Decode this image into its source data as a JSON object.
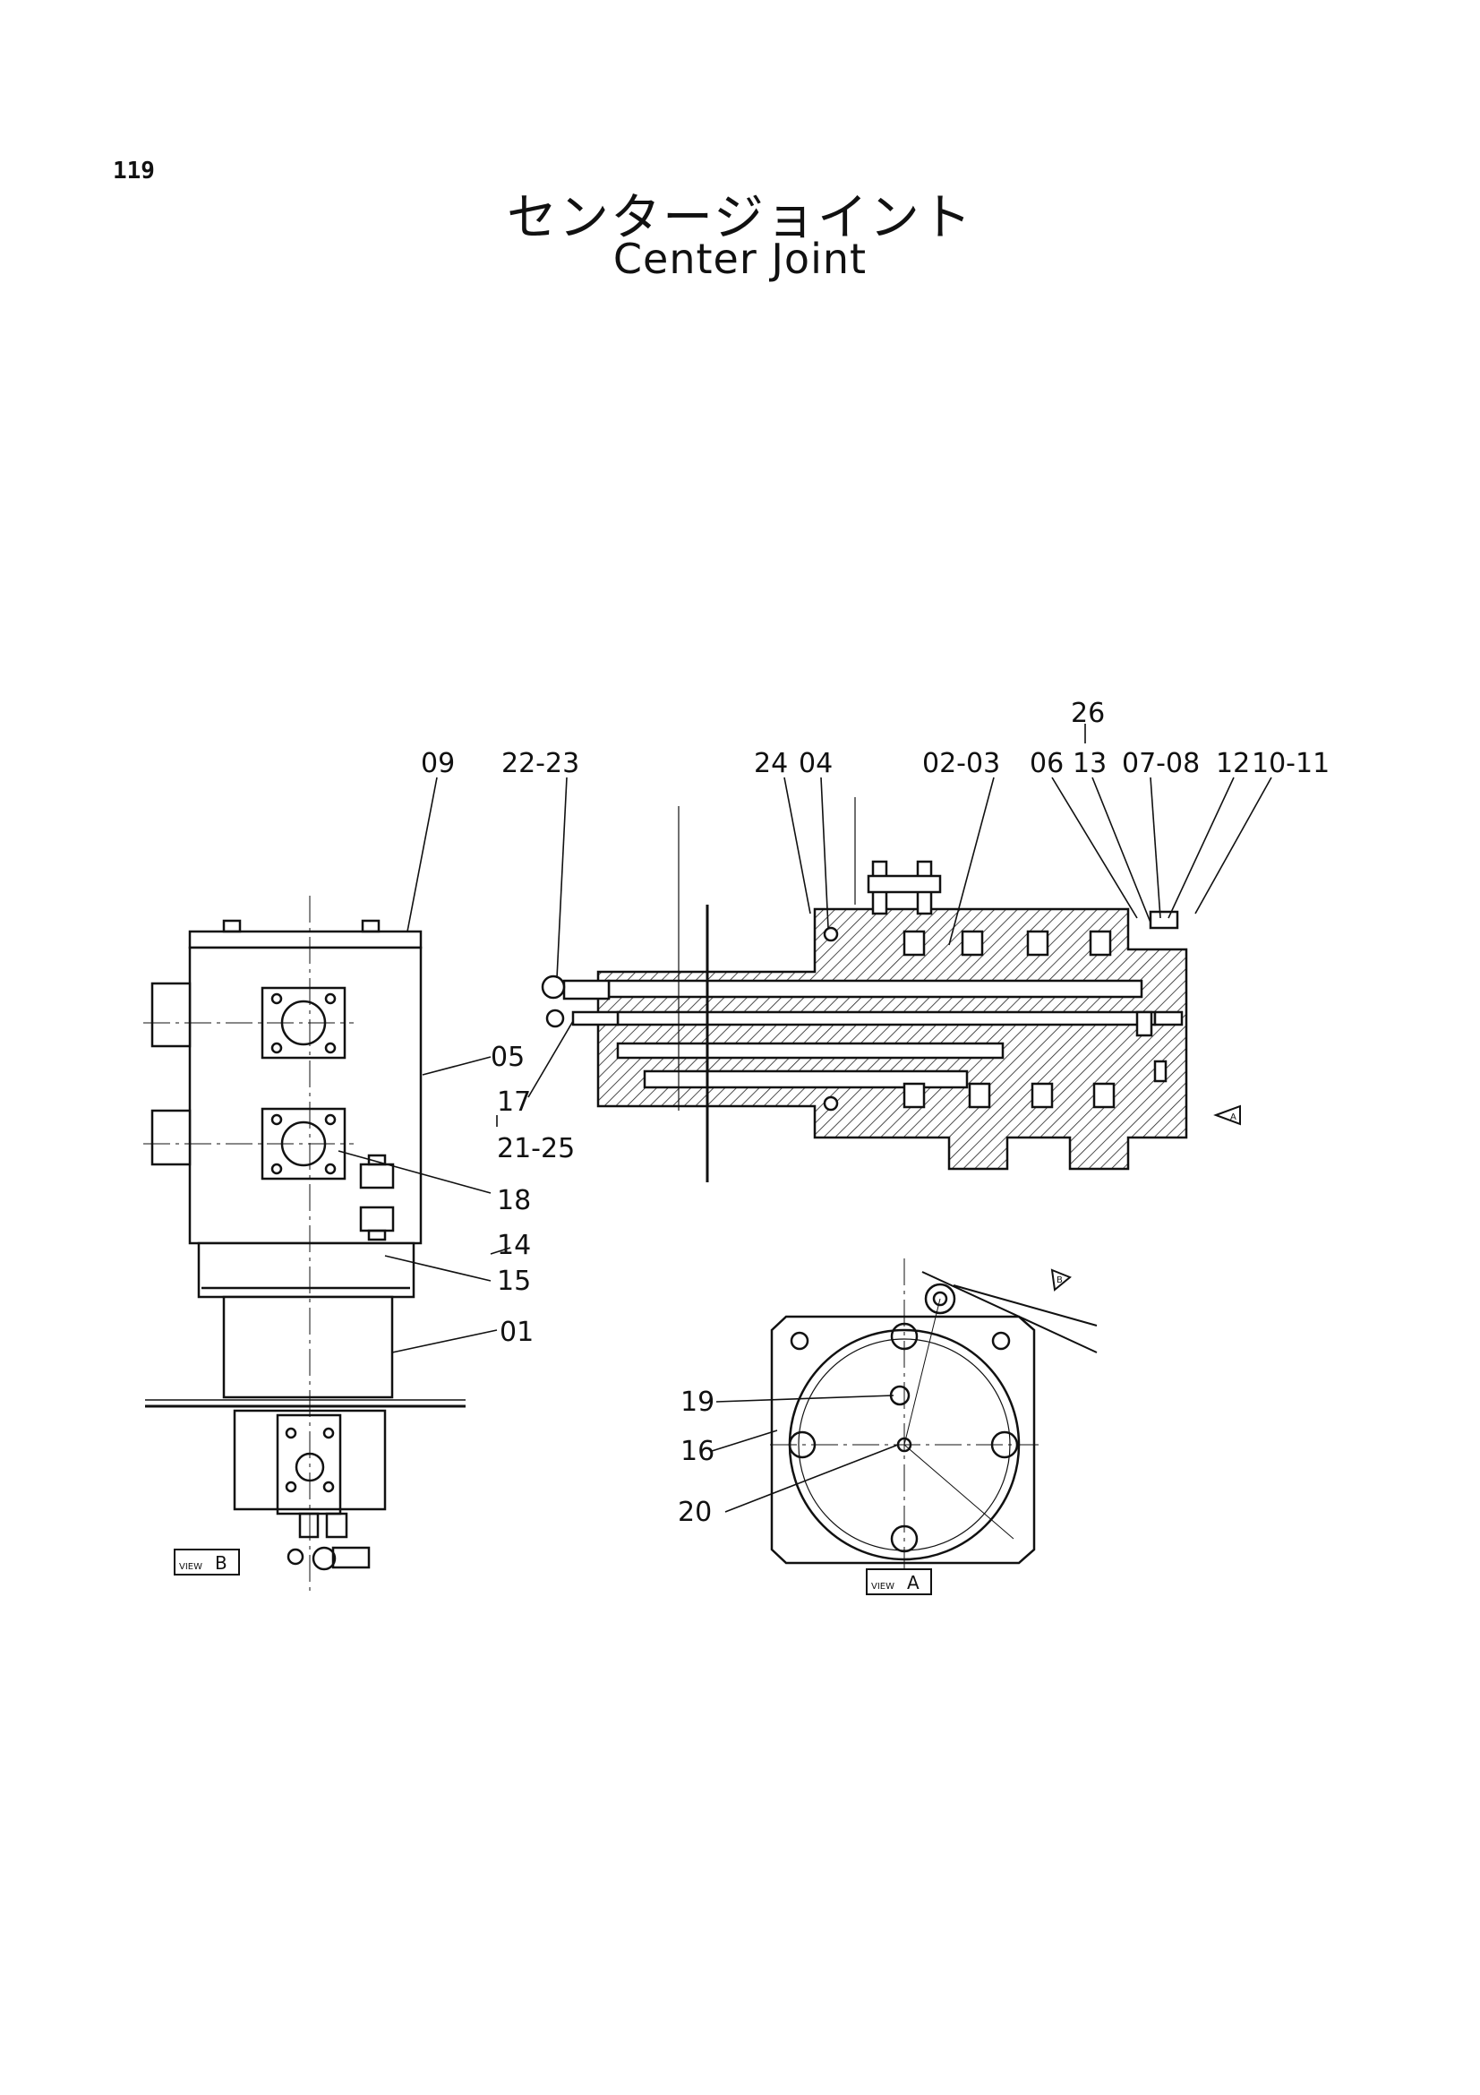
{
  "page": {
    "number": "119",
    "title_jp": "センタージョイント",
    "title_en": "Center Joint"
  },
  "labels": {
    "l09": "09",
    "l22_23": "22-23",
    "l24": "24",
    "l04": "04",
    "l02_03": "02-03",
    "l06": "06",
    "l26": "26",
    "l13": "13",
    "l07_08": "07-08",
    "l12": "12",
    "l10_11": "10-11",
    "l05": "05",
    "l17": "17",
    "l21_25": "21-25",
    "l18": "18",
    "l14": "14",
    "l15": "15",
    "l01": "01",
    "l19": "19",
    "l16": "16",
    "l20": "20"
  },
  "views": {
    "view_a_text": "VIEW",
    "view_a_letter": "A",
    "view_b_text": "VIEW",
    "view_b_letter": "B",
    "marker_a": "A",
    "marker_b": "B"
  }
}
